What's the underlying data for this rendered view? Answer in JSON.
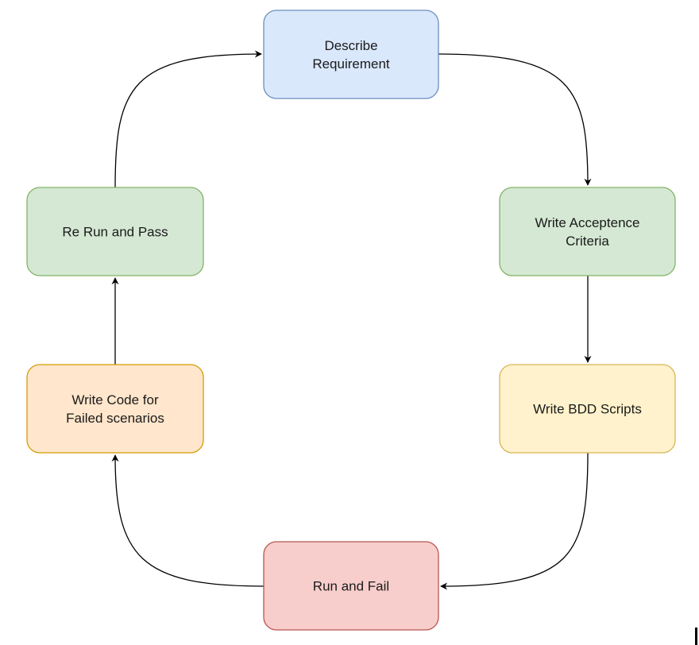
{
  "nodes": [
    {
      "id": "describe",
      "lines": [
        "Describe",
        "Requirement"
      ],
      "fill": "#dae8fc",
      "stroke": "#6c8ebf"
    },
    {
      "id": "acceptance",
      "lines": [
        "Write Acceptence",
        "Criteria"
      ],
      "fill": "#d5e8d4",
      "stroke": "#82b366"
    },
    {
      "id": "bdd",
      "lines": [
        "Write BDD Scripts"
      ],
      "fill": "#fff2cc",
      "stroke": "#d6b656"
    },
    {
      "id": "runfail",
      "lines": [
        "Run and Fail"
      ],
      "fill": "#f8cecc",
      "stroke": "#b85450"
    },
    {
      "id": "writecode",
      "lines": [
        "Write Code for",
        "Failed scenarios"
      ],
      "fill": "#ffe6cc",
      "stroke": "#d79b00"
    },
    {
      "id": "rerun",
      "lines": [
        "Re Run and Pass"
      ],
      "fill": "#d5e8d4",
      "stroke": "#82b366"
    }
  ],
  "edges": [
    {
      "from": "describe",
      "to": "acceptance"
    },
    {
      "from": "acceptance",
      "to": "bdd"
    },
    {
      "from": "bdd",
      "to": "runfail"
    },
    {
      "from": "runfail",
      "to": "writecode"
    },
    {
      "from": "writecode",
      "to": "rerun"
    },
    {
      "from": "rerun",
      "to": "describe"
    }
  ]
}
